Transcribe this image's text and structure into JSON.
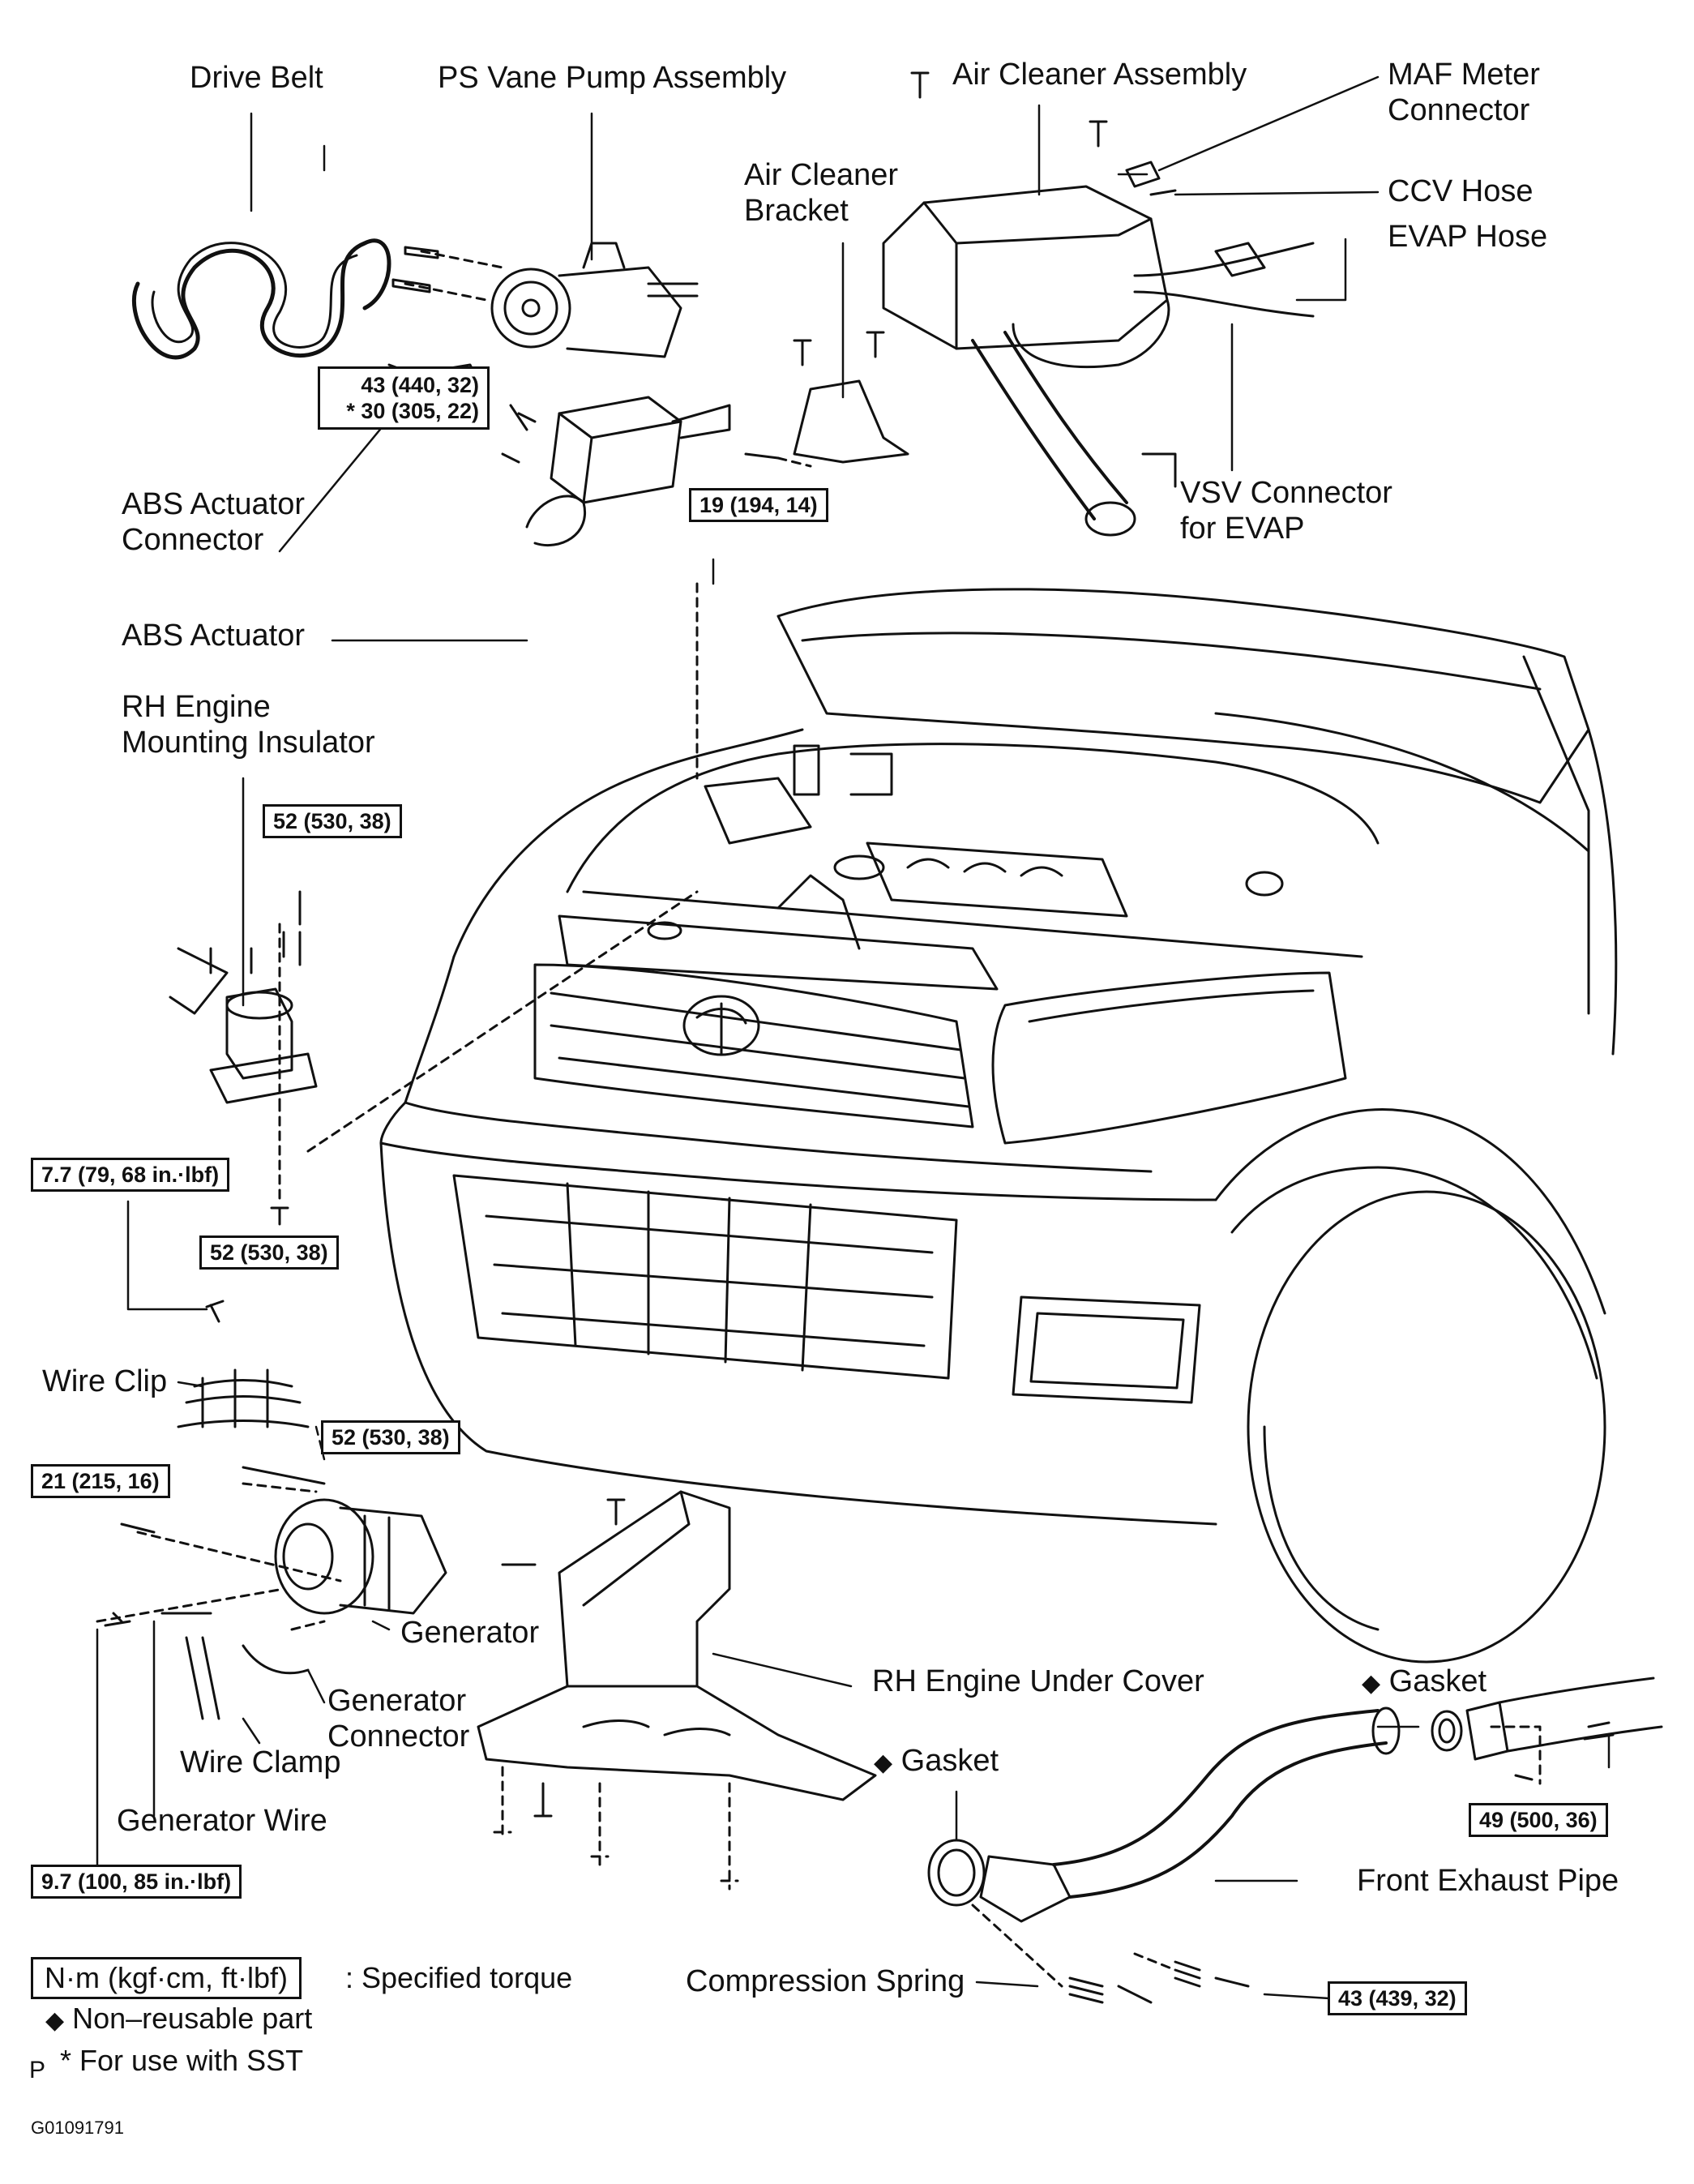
{
  "labels": {
    "drive_belt": "Drive Belt",
    "ps_vane_pump": "PS Vane Pump Assembly",
    "air_cleaner_assembly": "Air Cleaner Assembly",
    "maf_meter_line1": "MAF Meter",
    "maf_meter_line2": "Connector",
    "air_cleaner_bracket_line1": "Air Cleaner",
    "air_cleaner_bracket_line2": "Bracket",
    "ccv_hose": "CCV Hose",
    "evap_hose": "EVAP Hose",
    "vsv_line1": "VSV Connector",
    "vsv_line2": "for EVAP",
    "abs_connector_line1": "ABS Actuator",
    "abs_connector_line2": "Connector",
    "abs_actuator": "ABS Actuator",
    "rh_mount_line1": "RH Engine",
    "rh_mount_line2": "Mounting Insulator",
    "wire_clip": "Wire Clip",
    "generator": "Generator",
    "generator_connector_line1": "Generator",
    "generator_connector_line2": "Connector",
    "wire_clamp": "Wire Clamp",
    "generator_wire": "Generator Wire",
    "rh_under_cover": "RH Engine Under Cover",
    "gasket_right": "Gasket",
    "gasket_left": "Gasket",
    "front_exhaust_pipe": "Front Exhaust Pipe",
    "compression_spring": "Compression Spring"
  },
  "torque": {
    "pump_line1": "43 (440, 32)",
    "pump_line2": "* 30 (305, 22)",
    "abs_bracket": "19 (194, 14)",
    "mount_top": "52 (530, 38)",
    "mount_bolt": "7.7 (79, 68 in.·lbf)",
    "mount_nut": "52 (530, 38)",
    "generator_bolt": "52 (530, 38)",
    "generator_lower": "21 (215, 16)",
    "generator_wire_nut": "9.7 (100, 85 in.·lbf)",
    "exhaust_flange": "49 (500, 36)",
    "exhaust_bolts": "43 (439, 32)"
  },
  "legend": {
    "torque_box": "N·m (kgf·cm, ft·lbf)",
    "torque_desc": ": Specified torque",
    "diamond_symbol": "◆",
    "non_reusable": "Non–reusable part",
    "p_mark": "P",
    "sst_note": "* For use with SST"
  },
  "figure_id": "G01091791"
}
